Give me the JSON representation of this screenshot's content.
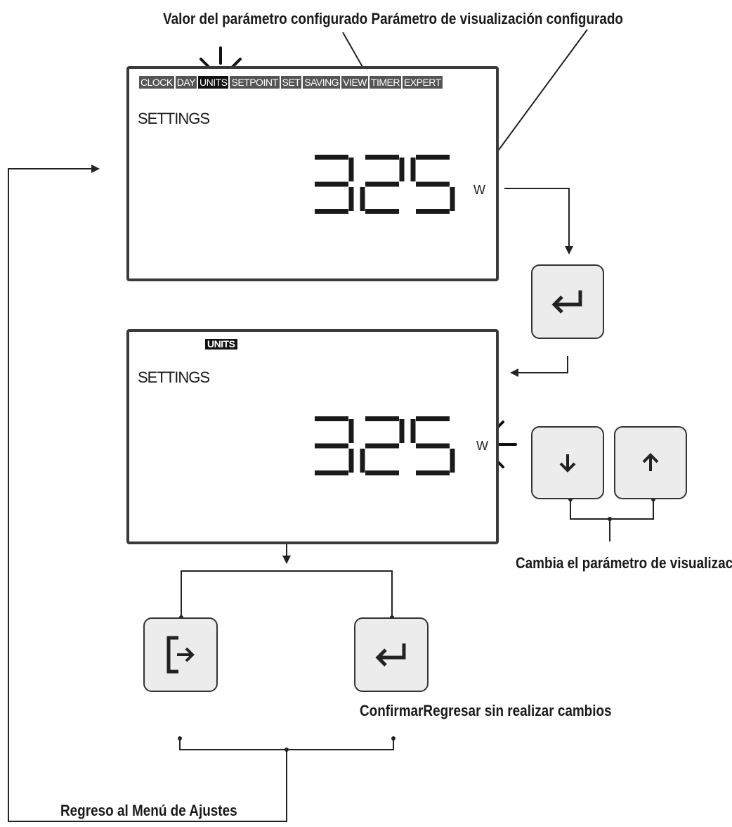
{
  "captions": {
    "top": "Valor del parámetro configurado Parámetro de visualización configurado",
    "change": "Cambia el parámetro de visualización",
    "confirm": "ConfirmarRegresar sin realizar cambios",
    "return": "Regreso al Menú de Ajustes"
  },
  "panel1": {
    "menu": [
      "CLOCK",
      "DAY",
      "UNITS",
      "SETPOINT",
      "SET",
      "SAVING",
      "VIEW",
      "TIMER",
      "EXPERT"
    ],
    "active_item": "UNITS",
    "settings_label": "SETTINGS",
    "value": "325",
    "unit": "W"
  },
  "panel2": {
    "tag": "UNITS",
    "settings_label": "SETTINGS",
    "value": "325",
    "unit": "W"
  },
  "icons": {
    "enter_top": "enter-icon",
    "down": "arrow-down-icon",
    "up": "arrow-up-icon",
    "exit": "exit-icon",
    "enter_bottom": "enter-icon"
  },
  "colors": {
    "line": "#222222",
    "button_bg": "#ececec",
    "menu_bg": "#555555",
    "menu_active": "#111111"
  }
}
